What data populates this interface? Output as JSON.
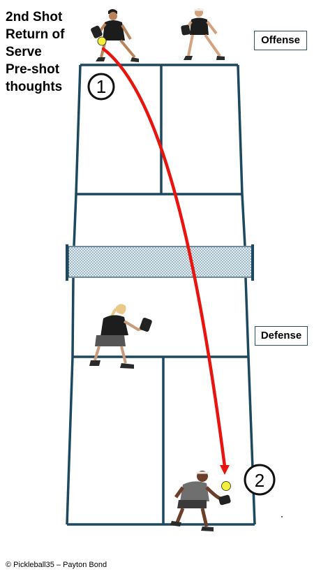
{
  "title_lines": [
    "2nd Shot",
    "Return of",
    "Serve",
    "Pre-shot",
    "thoughts"
  ],
  "labels": {
    "offense": "Offense",
    "defense": "Defense"
  },
  "markers": {
    "start": "1",
    "end": "2"
  },
  "credit": "© Pickleball35 – Payton Bond",
  "colors": {
    "court_lines": "#1c4860",
    "shot_path": "#e8140f",
    "ball": "#f2ee3a",
    "net_fill": "#dcecf1"
  },
  "icons": {
    "player": "person-with-paddle-icon",
    "ball": "ball-icon",
    "net": "net-icon"
  }
}
